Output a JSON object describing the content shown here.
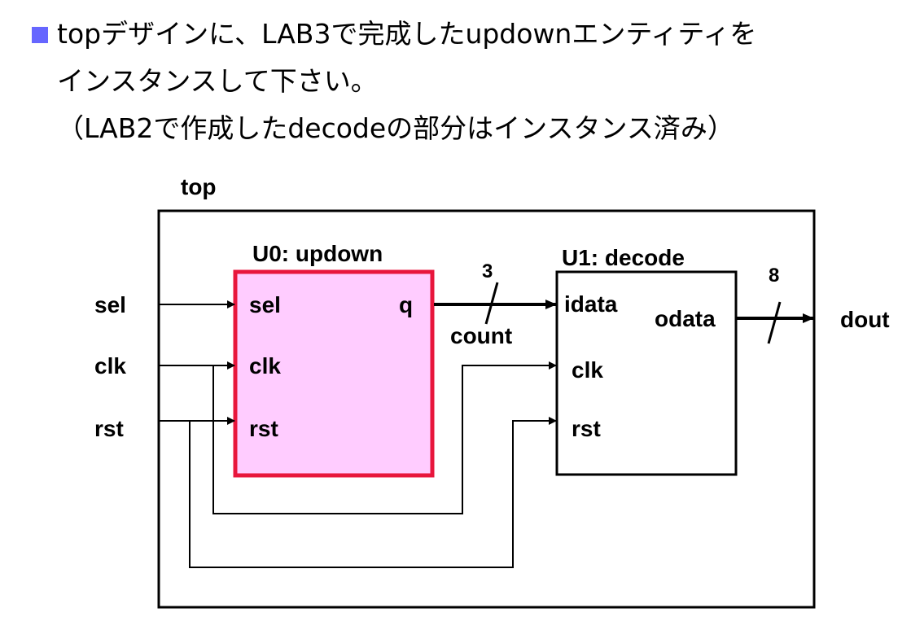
{
  "instruction": {
    "line1": "topデザインに、LAB3で完成したupdownエンティティを",
    "line2": "インスタンスして下さい。",
    "line3": "（LAB2で作成したdecodeの部分はインスタンス済み）"
  },
  "diagram": {
    "top_label": "top",
    "inputs": {
      "sel": "sel",
      "clk": "clk",
      "rst": "rst"
    },
    "output": "dout",
    "u0": {
      "title": "U0: updown",
      "ports": {
        "sel": "sel",
        "clk": "clk",
        "rst": "rst",
        "q": "q"
      },
      "fill_color": "#ffccff",
      "border_color": "#e8163c"
    },
    "u1": {
      "title": "U1: decode",
      "ports": {
        "idata": "idata",
        "clk": "clk",
        "rst": "rst",
        "odata": "odata"
      }
    },
    "signal": "count",
    "bus_width_count": "3",
    "bus_width_dout": "8"
  },
  "colors": {
    "bullet": "#6666ff",
    "line": "#000000"
  }
}
